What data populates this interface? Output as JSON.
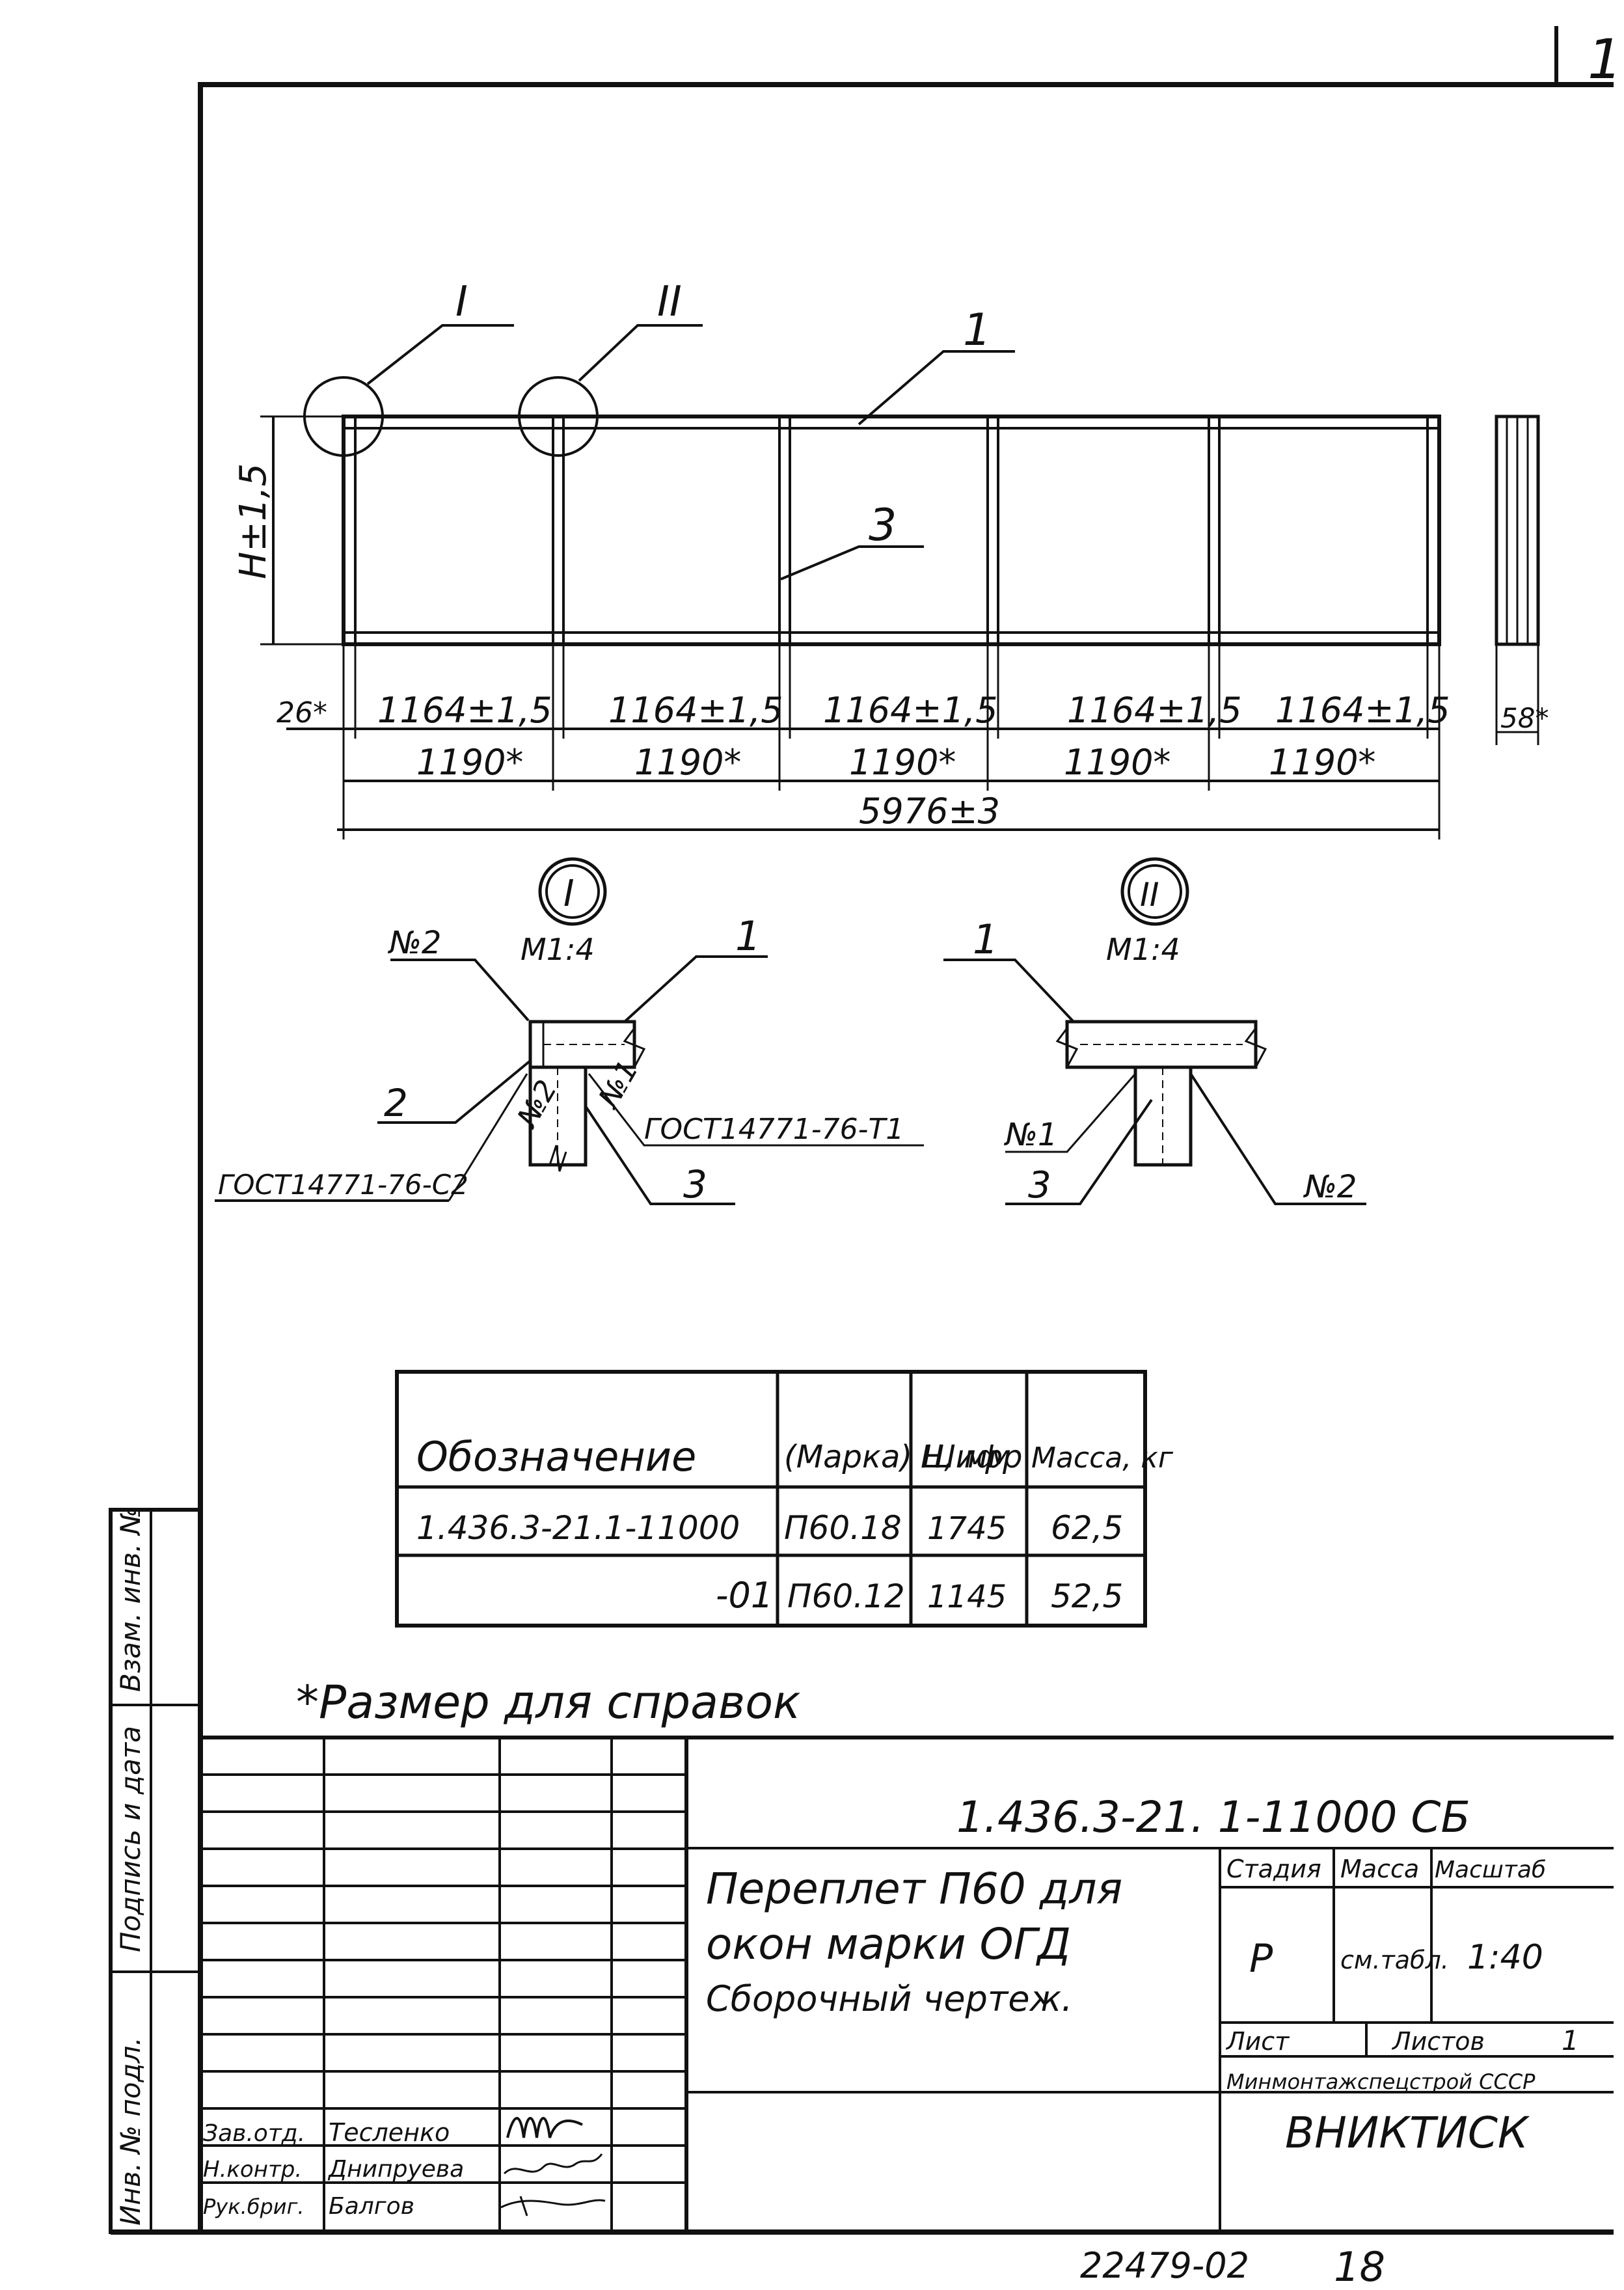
{
  "sheet_mark": "1",
  "drawing": {
    "label_detail_1": "I",
    "label_detail_2": "II",
    "pos_1": "1",
    "pos_3": "3",
    "height_dim": "H±1,5",
    "dim_left": "26*",
    "dim_opening": "1164±1,5",
    "dim_module": "1190*",
    "dim_total": "5976±3",
    "dim_depth": "58*"
  },
  "detail_1": {
    "title": "I",
    "scale": "M1:4",
    "weld_2": "№2",
    "weld_2b": "№2",
    "weld_1": "№1",
    "pos_1": "1",
    "pos_2": "2",
    "pos_3": "3",
    "gost_1": "ГОСТ14771-76-Т1",
    "gost_2": "ГОСТ14771-76-С2"
  },
  "detail_2": {
    "title": "II",
    "scale": "M1:4",
    "pos_1": "1",
    "weld_1": "№1",
    "pos_3": "3",
    "weld_2": "№2"
  },
  "spec_table": {
    "headers": [
      "Обозначение",
      "(Марка) Шифр",
      "H, мм",
      "Масса, кг"
    ],
    "rows": [
      {
        "designation": "1.436.3-21.1-11000",
        "mark": "П60.18",
        "h": "1745",
        "mass": "62,5"
      },
      {
        "designation": "-01",
        "mark": "П60.12",
        "h": "1145",
        "mass": "52,5"
      }
    ]
  },
  "note": "*Размер для справок",
  "title_block": {
    "code": "1.436.3-21. 1-11000 СБ",
    "title_line1": "Переплет П60 для",
    "title_line2": "окон марки ОГД",
    "title_line3": "Сборочный чертеж.",
    "stage_header": "Стадия",
    "mass_header": "Масса",
    "scale_header": "Масштаб",
    "stage_value": "Р",
    "mass_value": "см.табл.",
    "scale_value": "1:40",
    "sheet_label": "Лист",
    "sheets_label": "Листов",
    "sheets_value": "1",
    "org_line1": "Минмонтажспецстрой СССР",
    "org_line2": "ВНИКТИСК",
    "signers": [
      {
        "role": "Зав.отд.",
        "name": "Тесленко"
      },
      {
        "role": "Н.контр.",
        "name": "Днипруева"
      },
      {
        "role": "Рук.бриг.",
        "name": "Балгов"
      }
    ],
    "side_labels": [
      "Инв. № подл.",
      "Подпись и дата",
      "Взам. инв. №"
    ]
  },
  "footer": {
    "number": "22479-02",
    "page": "18"
  }
}
